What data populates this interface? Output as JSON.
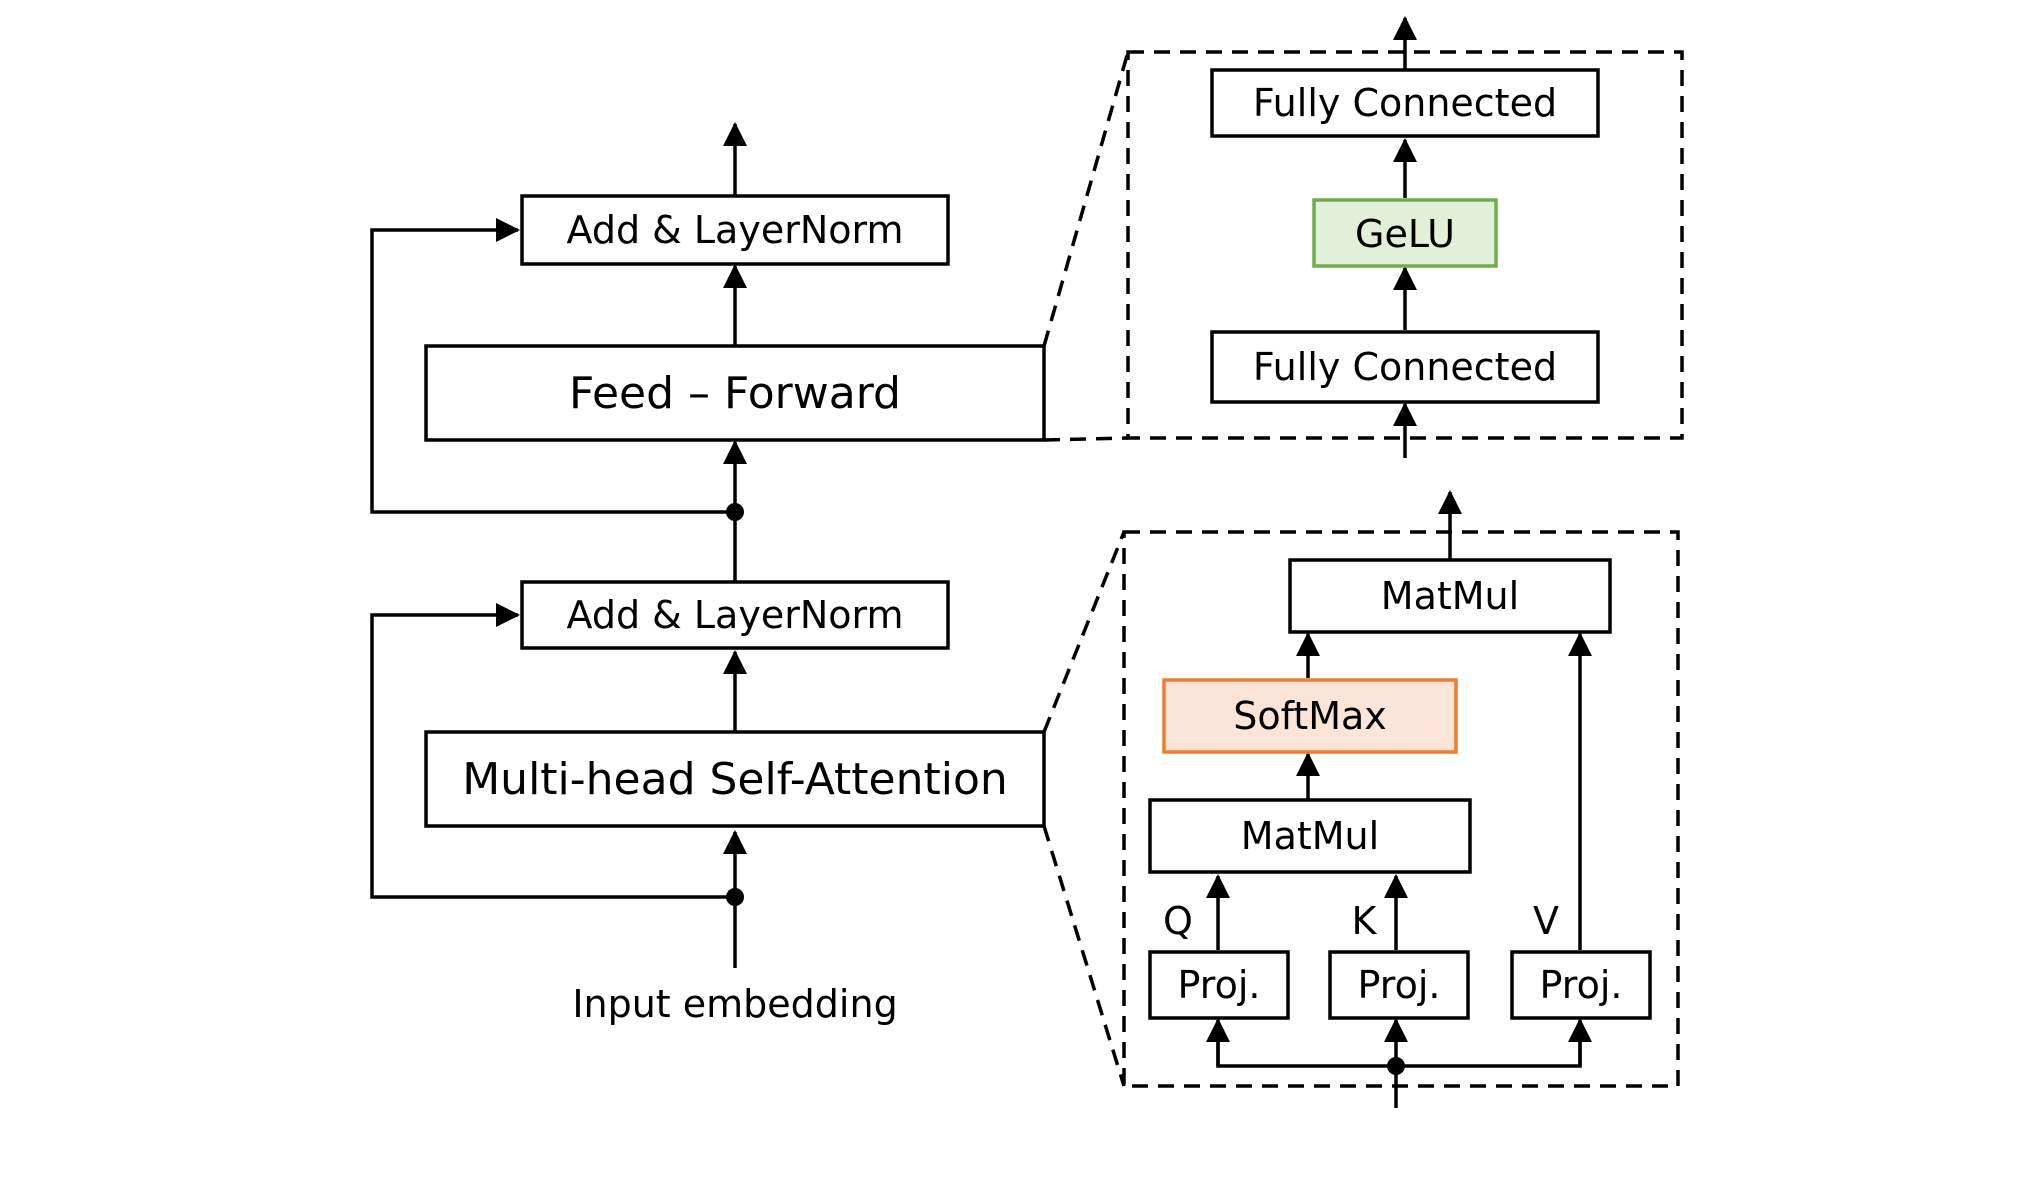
{
  "encoder_block": {
    "add_norm_top": "Add & LayerNorm",
    "feed_forward": "Feed – Forward",
    "add_norm_bottom": "Add & LayerNorm",
    "mhsa": "Multi-head Self-Attention",
    "input": "Input embedding"
  },
  "ffn_detail": {
    "fc_top": "Fully Connected",
    "activation": "GeLU",
    "fc_bottom": "Fully Connected"
  },
  "attention_detail": {
    "matmul_top": "MatMul",
    "softmax": "SoftMax",
    "matmul_bottom": "MatMul",
    "q_label": "Q",
    "k_label": "K",
    "v_label": "V",
    "proj_q": "Proj.",
    "proj_k": "Proj.",
    "proj_v": "Proj."
  },
  "colors": {
    "gelu_fill": "#e2efd9",
    "gelu_stroke": "#70ad47",
    "softmax_fill": "#fbe5d6",
    "softmax_stroke": "#ed7d31"
  }
}
